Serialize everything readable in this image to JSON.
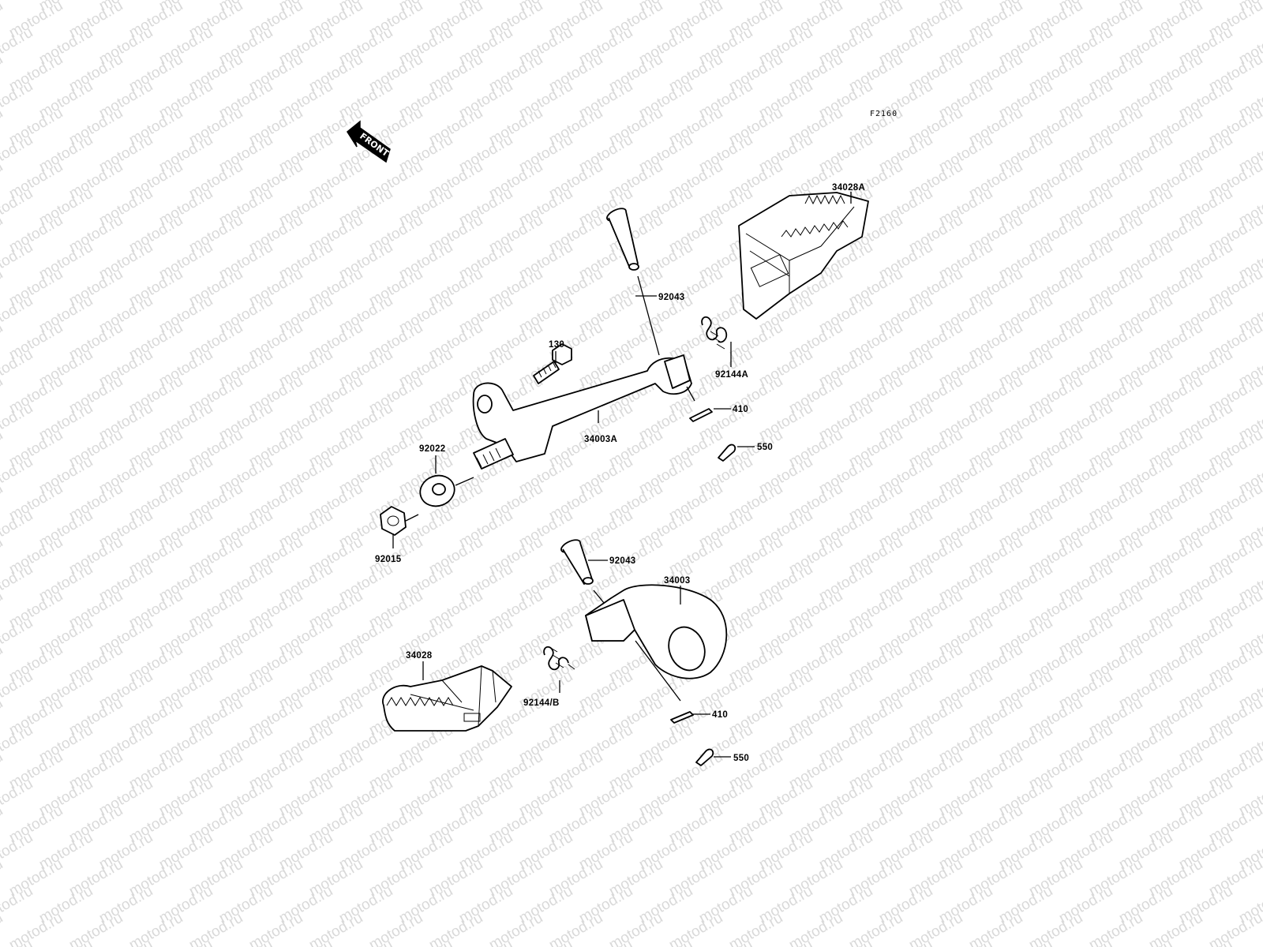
{
  "diagram": {
    "figure_code": "F2160",
    "front_label": "FRONT",
    "watermark_text": "motod.ru",
    "colors": {
      "line": "#000000",
      "background": "#ffffff",
      "watermark": "#d9d9d9"
    },
    "labels": {
      "p34028A": "34028A",
      "p92043_upper": "92043",
      "p92144A": "92144A",
      "p130": "130",
      "p410_upper": "410",
      "p34003A": "34003A",
      "p550_upper": "550",
      "p92022": "92022",
      "p92015": "92015",
      "p92043_lower": "92043",
      "p34003": "34003",
      "p34028": "34028",
      "p92144B": "92144/B",
      "p410_lower": "410",
      "p550_lower": "550"
    }
  }
}
